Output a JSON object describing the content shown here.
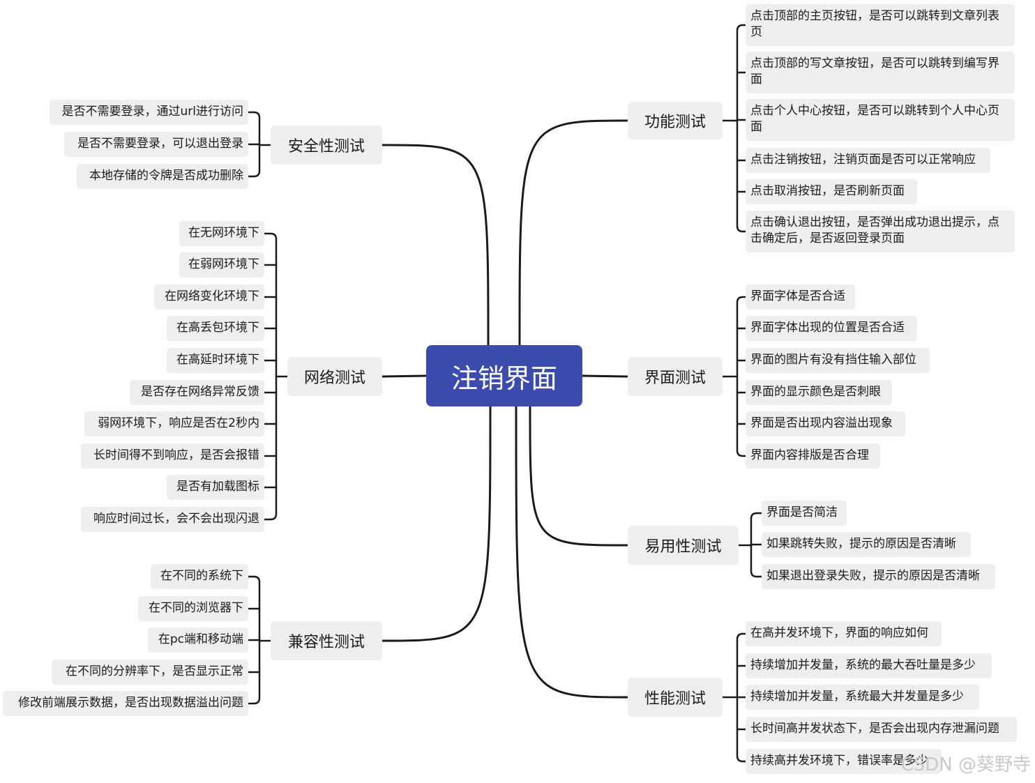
{
  "root": {
    "label": "注销界面",
    "color": "#3b4cad"
  },
  "branches": {
    "function": {
      "label": "功能测试",
      "items": [
        "点击顶部的主页按钮，是否可以跳转到文章列表页",
        "点击顶部的写文章按钮，是否可以跳转到编写界面",
        "点击个人中心按钮，是否可以跳转到个人中心页面",
        "点击注销按钮，注销页面是否可以正常响应",
        "点击取消按钮，是否刷新页面",
        "点击确认退出按钮，是否弹出成功退出提示，点击确定后，是否返回登录页面"
      ]
    },
    "ui": {
      "label": "界面测试",
      "items": [
        "界面字体是否合适",
        "界面字体出现的位置是否合适",
        "界面的图片有没有挡住输入部位",
        "界面的显示颜色是否刺眼",
        "界面是否出现内容溢出现象",
        "界面内容排版是否合理"
      ]
    },
    "usability": {
      "label": "易用性测试",
      "items": [
        "界面是否简洁",
        "如果跳转失败，提示的原因是否清晰",
        "如果退出登录失败，提示的原因是否清晰"
      ]
    },
    "performance": {
      "label": "性能测试",
      "items": [
        "在高并发环境下，界面的响应如何",
        "持续增加并发量，系统的最大吞吐量是多少",
        "持续增加并发量，系统最大并发量是多少",
        "长时间高并发状态下，是否会出现内存泄漏问题",
        "持续高并发环境下，错误率是多少"
      ]
    },
    "security": {
      "label": "安全性测试",
      "items": [
        "是否不需要登录，通过url进行访问",
        "是否不需要登录，可以退出登录",
        "本地存储的令牌是否成功删除"
      ]
    },
    "network": {
      "label": "网络测试",
      "items": [
        "在无网环境下",
        "在弱网环境下",
        "在网络变化环境下",
        "在高丢包环境下",
        "在高延时环境下",
        "是否存在网络异常反馈",
        "弱网环境下，响应是否在2秒内",
        "长时间得不到响应，是否会报错",
        "是否有加载图标",
        "响应时间过长，会不会出现闪退"
      ]
    },
    "compatibility": {
      "label": "兼容性测试",
      "items": [
        "在不同的系统下",
        "在不同的浏览器下",
        "在pc端和移动端",
        "在不同的分辨率下，是否显示正常",
        "修改前端展示数据，是否出现数据溢出问题"
      ]
    }
  },
  "watermark": "CSDN @葵野寺",
  "colors": {
    "line": "#1a1a1a",
    "node_bg": "#eeeeee",
    "root_bg": "#3b4cad"
  }
}
